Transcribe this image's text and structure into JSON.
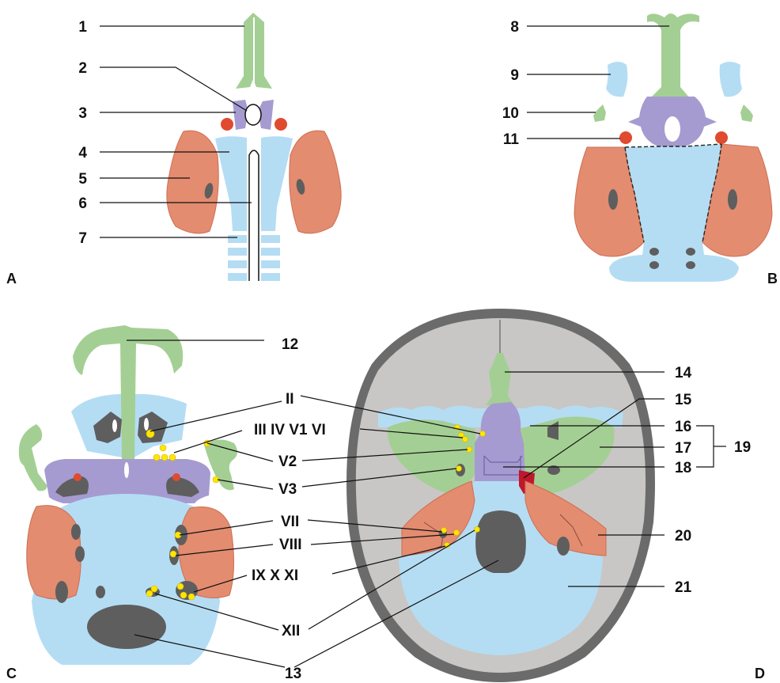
{
  "panels": {
    "a": "A",
    "b": "B",
    "c": "C",
    "d": "D"
  },
  "numbers": {
    "n1": "1",
    "n2": "2",
    "n3": "3",
    "n4": "4",
    "n5": "5",
    "n6": "6",
    "n7": "7",
    "n8": "8",
    "n9": "9",
    "n10": "10",
    "n11": "11",
    "n12": "12",
    "n13": "13",
    "n14": "14",
    "n15": "15",
    "n16": "16",
    "n17": "17",
    "n18": "18",
    "n19": "19",
    "n20": "20",
    "n21": "21"
  },
  "nerves": {
    "ii": "II",
    "iii_iv_v1_vi": "III IV V1 VI",
    "v2": "V2",
    "v3": "V3",
    "vii": "VII",
    "viii": "VIII",
    "ix_x_xi": "IX X XI",
    "xii": "XII"
  },
  "colors": {
    "green": "#a4cf94",
    "purple": "#a69bd0",
    "blue": "#b4ddf4",
    "orange": "#e38c70",
    "dark_gray": "#5e5e5e",
    "red": "#e04a2f",
    "yellow": "#ffe600",
    "skull_gray": "#c8c7c5",
    "skull_rim": "#6b6b6b"
  }
}
